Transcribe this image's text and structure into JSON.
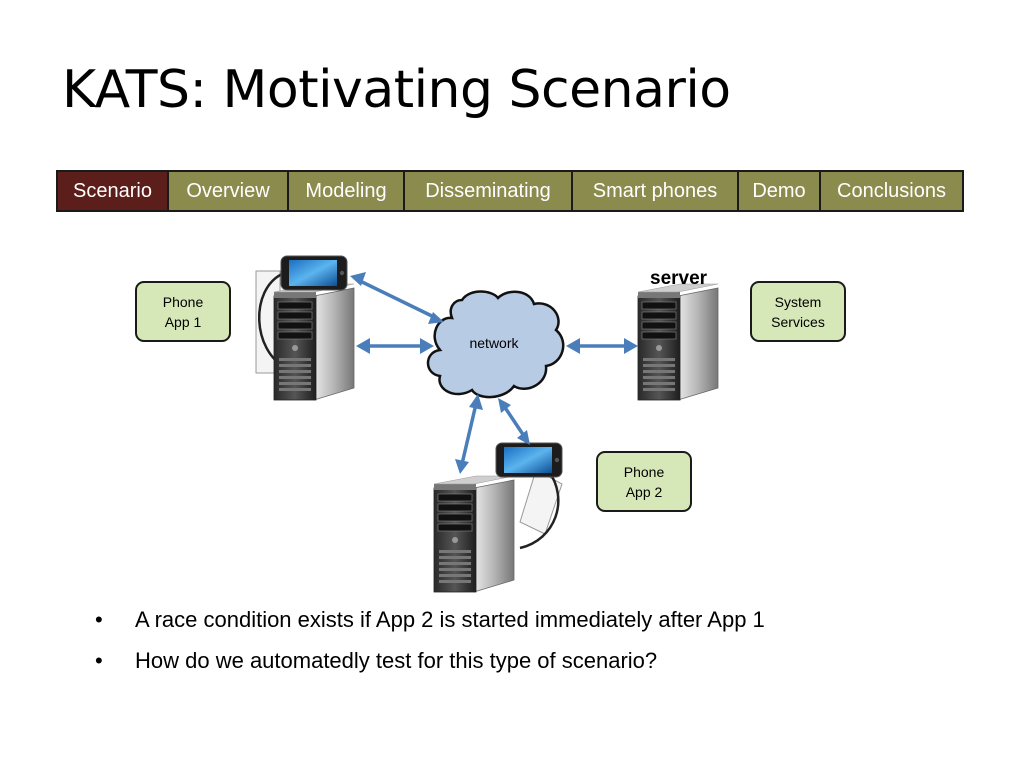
{
  "slide": {
    "title": "KATS: Motivating Scenario"
  },
  "nav": {
    "tabs": [
      {
        "label": "Scenario",
        "active": true
      },
      {
        "label": "Overview",
        "active": false
      },
      {
        "label": "Modeling",
        "active": false
      },
      {
        "label": "Disseminating",
        "active": false
      },
      {
        "label": "Smart phones",
        "active": false
      },
      {
        "label": "Demo",
        "active": false
      },
      {
        "label": "Conclusions",
        "active": false
      }
    ]
  },
  "diagram": {
    "network_label": "network",
    "server_label": "server",
    "phone_app_1": {
      "line1": "Phone",
      "line2": "App 1"
    },
    "system_services": {
      "line1": "System",
      "line2": "Services"
    },
    "phone_app_2": {
      "line1": "Phone",
      "line2": "App 2"
    }
  },
  "bullets": [
    "A race condition exists if App 2 is started immediately after App 1",
    "How do we automatedly test for this type of scenario?"
  ],
  "colors": {
    "tab_background": "#8b8b4e",
    "tab_active_background": "#5c1e1a",
    "label_box_fill": "#d6e7b8",
    "cloud_fill": "#b7cce4",
    "arrow_color": "#4a7ebb"
  }
}
